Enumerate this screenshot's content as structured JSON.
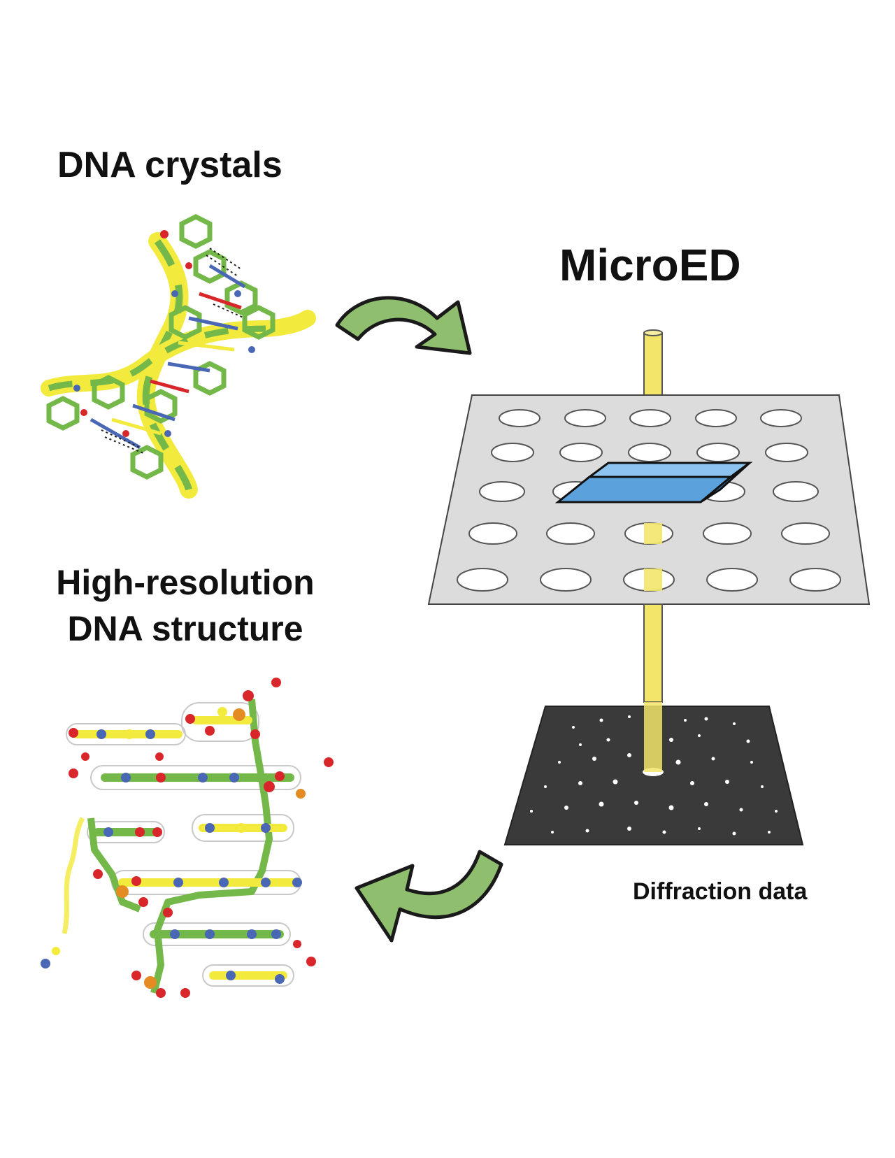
{
  "labels": {
    "dna_crystals": "DNA crystals",
    "microed": "MicroED",
    "high_resolution_line1": "High-resolution",
    "high_resolution_line2": "DNA structure",
    "diffraction_data": "Diffraction data"
  },
  "colors": {
    "arrow_fill": "#8fbf6e",
    "arrow_stroke": "#1a1a1a",
    "grid_fill": "#dcdcdc",
    "crystal_fill": "#5ba2dc",
    "beam_fill": "#f2e56a",
    "detector_fill": "#3a3a3a",
    "dna_green": "#74b84a",
    "dna_yellow": "#f2ea3c",
    "atom_red": "#d8262a",
    "atom_blue": "#4a67b5",
    "atom_orange": "#e58b23"
  },
  "icons": {
    "flow_arrow_1": "curved-arrow-icon",
    "flow_arrow_2": "curved-arrow-icon"
  }
}
